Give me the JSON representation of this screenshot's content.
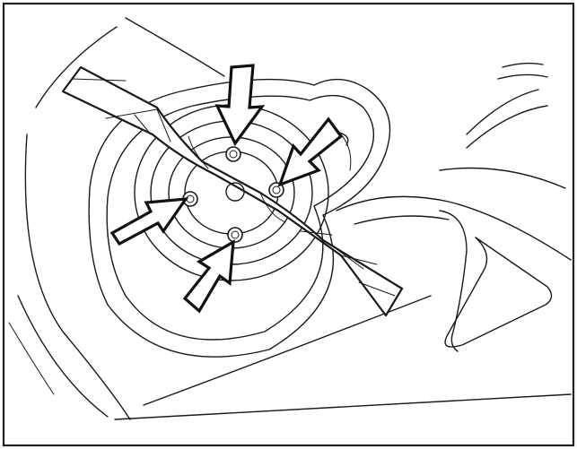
{
  "diagram": {
    "subject": "mower-blade-mounting",
    "bolt_count": 4,
    "arrow_count": 4,
    "colors": {
      "line": "#1a1a1a",
      "background": "#ffffff",
      "border": "#222222"
    }
  }
}
